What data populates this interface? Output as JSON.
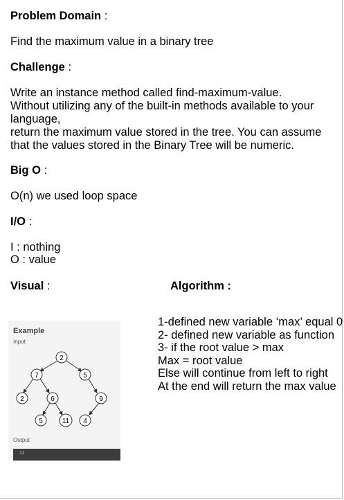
{
  "sections": {
    "problem_domain": {
      "heading": "Problem Domain",
      "colon": " :",
      "text": "Find the maximum value in a binary tree"
    },
    "challenge": {
      "heading": "Challenge",
      "colon": " :",
      "lines": [
        "Write an instance method called find-maximum-value.",
        "Without utilizing any of the built-in methods available to your",
        "language,",
        "return the maximum value stored in the tree. You can assume",
        "that the values stored in the Binary Tree will be numeric."
      ]
    },
    "big_o": {
      "heading": "Big O",
      "colon": " :",
      "text": "O(n) we used loop space"
    },
    "io": {
      "heading": "I/O",
      "colon": " :",
      "input_line": "I : nothing",
      "output_line": "O : value"
    },
    "visual": {
      "heading": "Visual",
      "colon": " :"
    },
    "algorithm": {
      "heading": "Algorithm :",
      "steps": [
        "1-defined new variable ‘max’ equal 0",
        "2- defined new variable as function",
        "3- if the root value > max",
        "Max = root value",
        "Else will continue from left to right",
        "At the end will return the max value"
      ]
    }
  },
  "figure": {
    "title": "Example",
    "input_label": "Input",
    "output_label": "Output",
    "output_value": "11",
    "tree_nodes": [
      "2",
      "7",
      "5",
      "2",
      "6",
      "9",
      "5",
      "11",
      "4"
    ]
  }
}
